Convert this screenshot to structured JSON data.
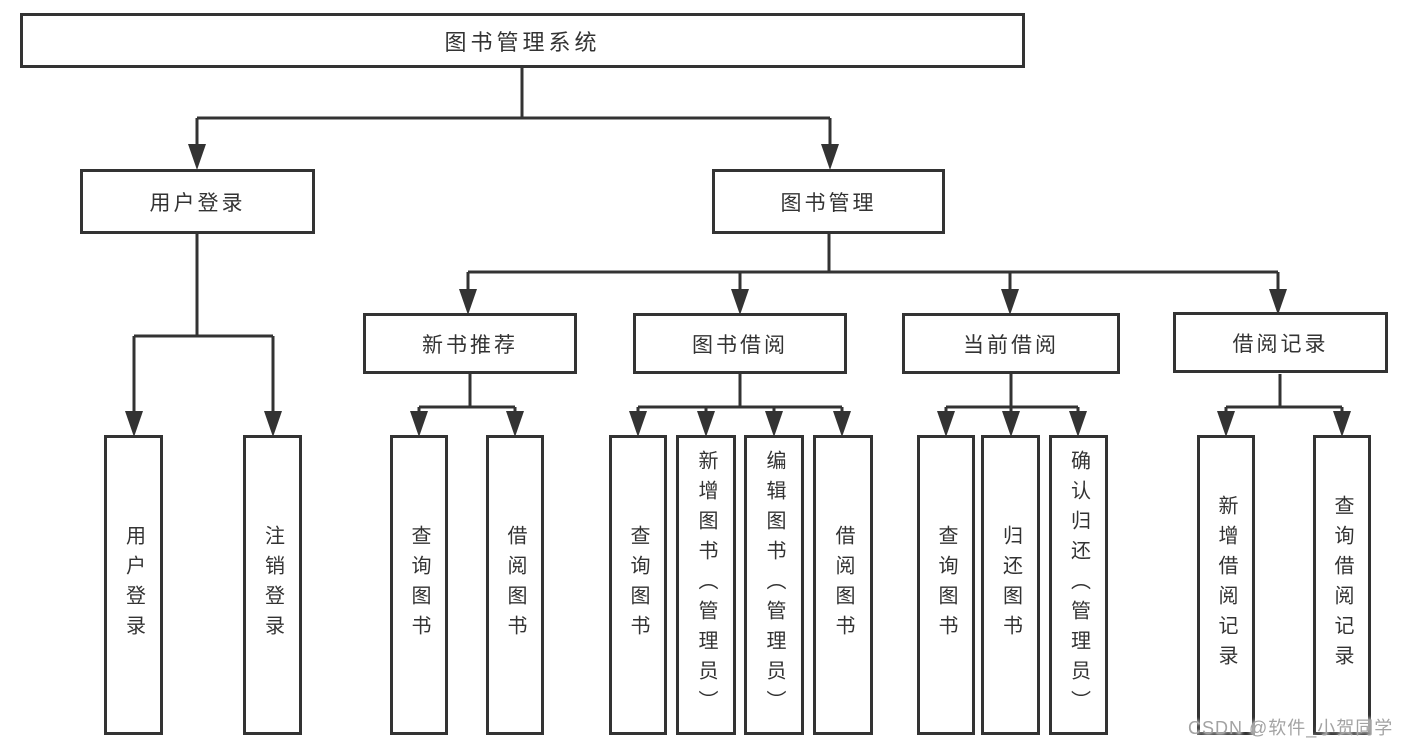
{
  "colors": {
    "line": "#333333",
    "box_border": "#333333",
    "text": "#333333",
    "box_background": "#ffffff",
    "page_background": "#ffffff",
    "watermark": "#a3a3a3"
  },
  "diagram": {
    "type": "hierarchy-tree",
    "root": {
      "label": "图书管理系统",
      "children": [
        {
          "label": "用户登录",
          "children": [
            {
              "label": "用户登录"
            },
            {
              "label": "注销登录"
            }
          ]
        },
        {
          "label": "图书管理",
          "children": [
            {
              "label": "新书推荐",
              "children": [
                {
                  "label": "查询图书"
                },
                {
                  "label": "借阅图书"
                }
              ]
            },
            {
              "label": "图书借阅",
              "children": [
                {
                  "label": "查询图书"
                },
                {
                  "label": "新增图书（管理员）"
                },
                {
                  "label": "编辑图书（管理员）"
                },
                {
                  "label": "借阅图书"
                }
              ]
            },
            {
              "label": "当前借阅",
              "children": [
                {
                  "label": "查询图书"
                },
                {
                  "label": "归还图书"
                },
                {
                  "label": "确认归还（管理员）"
                }
              ]
            },
            {
              "label": "借阅记录",
              "children": [
                {
                  "label": "新增借阅记录"
                },
                {
                  "label": "查询借阅记录"
                }
              ]
            }
          ]
        }
      ]
    }
  },
  "watermark": {
    "text": "CSDN @软件_小贺同学"
  }
}
